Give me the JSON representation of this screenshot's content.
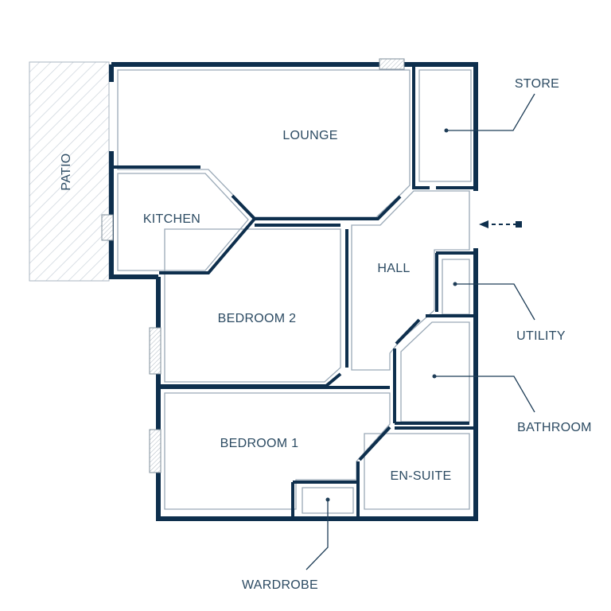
{
  "floorplan": {
    "rooms": {
      "lounge": "LOUNGE",
      "kitchen": "KITCHEN",
      "patio": "PATIO",
      "bedroom2": "BEDROOM 2",
      "hall": "HALL",
      "bedroom1": "BEDROOM 1",
      "ensuite": "EN-SUITE"
    },
    "callouts": {
      "store": "STORE",
      "utility": "UTILITY",
      "bathroom": "BATHROOM",
      "wardrobe": "WARDROBE"
    },
    "icons": {
      "entrance": "entrance-arrow-icon"
    },
    "colors": {
      "wall": "#0e2f4d",
      "text": "#2b4a62",
      "patio_hatch": "#c9d2da"
    }
  }
}
